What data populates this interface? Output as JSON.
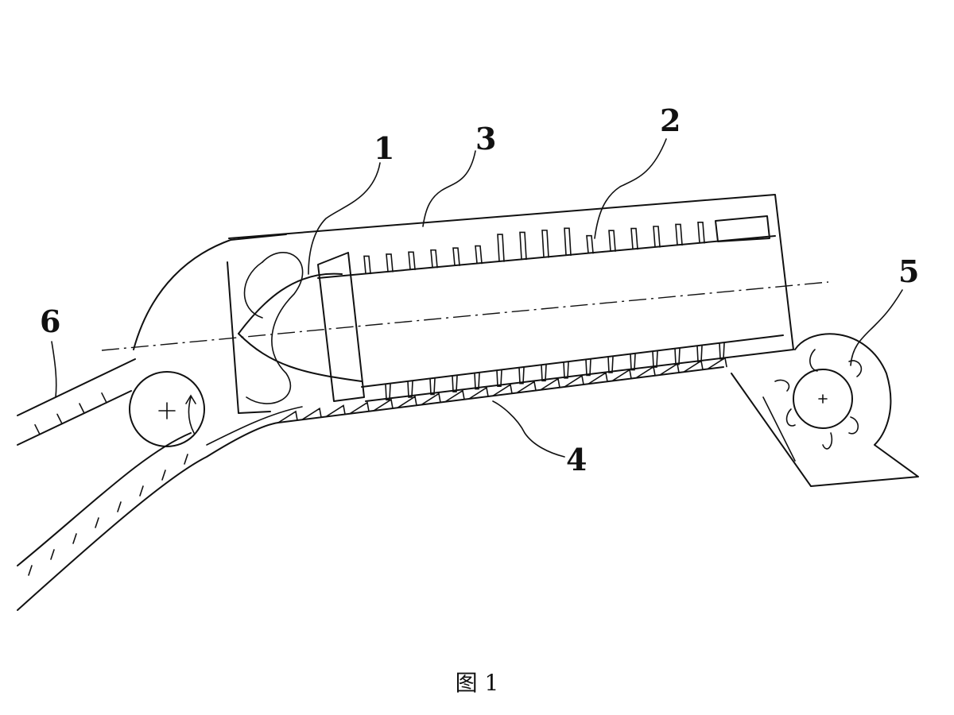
{
  "figure": {
    "caption": "图 1",
    "callouts": {
      "c1": "1",
      "c2": "2",
      "c3": "3",
      "c4": "4",
      "c5": "5",
      "c6": "6"
    }
  }
}
